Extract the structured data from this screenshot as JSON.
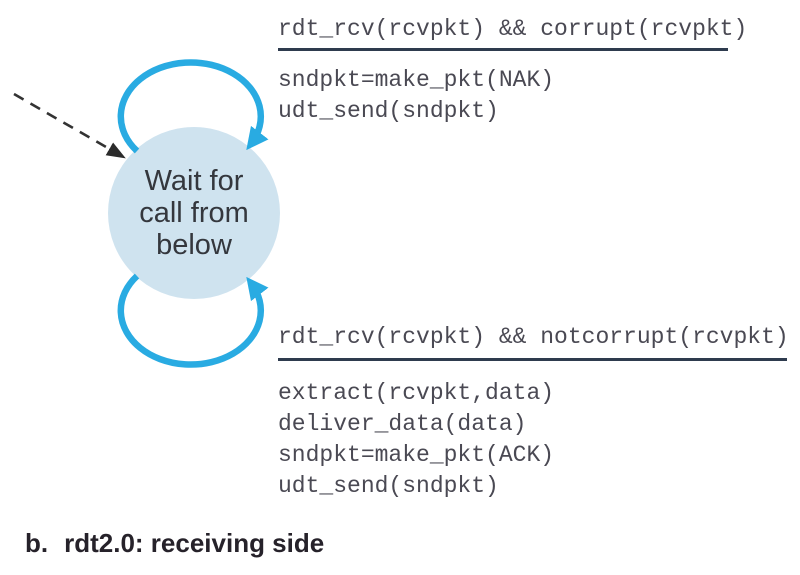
{
  "figure": {
    "caption_index": "b.",
    "caption_text": "rdt2.0: receiving side"
  },
  "state": {
    "line1": "Wait for",
    "line2": "call from",
    "line3": "below"
  },
  "transitions": [
    {
      "event": "rdt_rcv(rcvpkt) && corrupt(rcvpkt)",
      "actions": [
        "sndpkt=make_pkt(NAK)",
        "udt_send(sndpkt)"
      ]
    },
    {
      "event": "rdt_rcv(rcvpkt) && notcorrupt(rcvpkt)",
      "actions": [
        "extract(rcvpkt,data)",
        "deliver_data(data)",
        "sndpkt=make_pkt(ACK)",
        "udt_send(sndpkt)"
      ]
    }
  ],
  "colors": {
    "loop_arrow": "#29abe2",
    "state_fill": "#cfe3ef",
    "rule_line": "#2e3b4e",
    "code_text": "#4a4953",
    "caption_text": "#26222a",
    "initial_arrow": "#333333"
  }
}
